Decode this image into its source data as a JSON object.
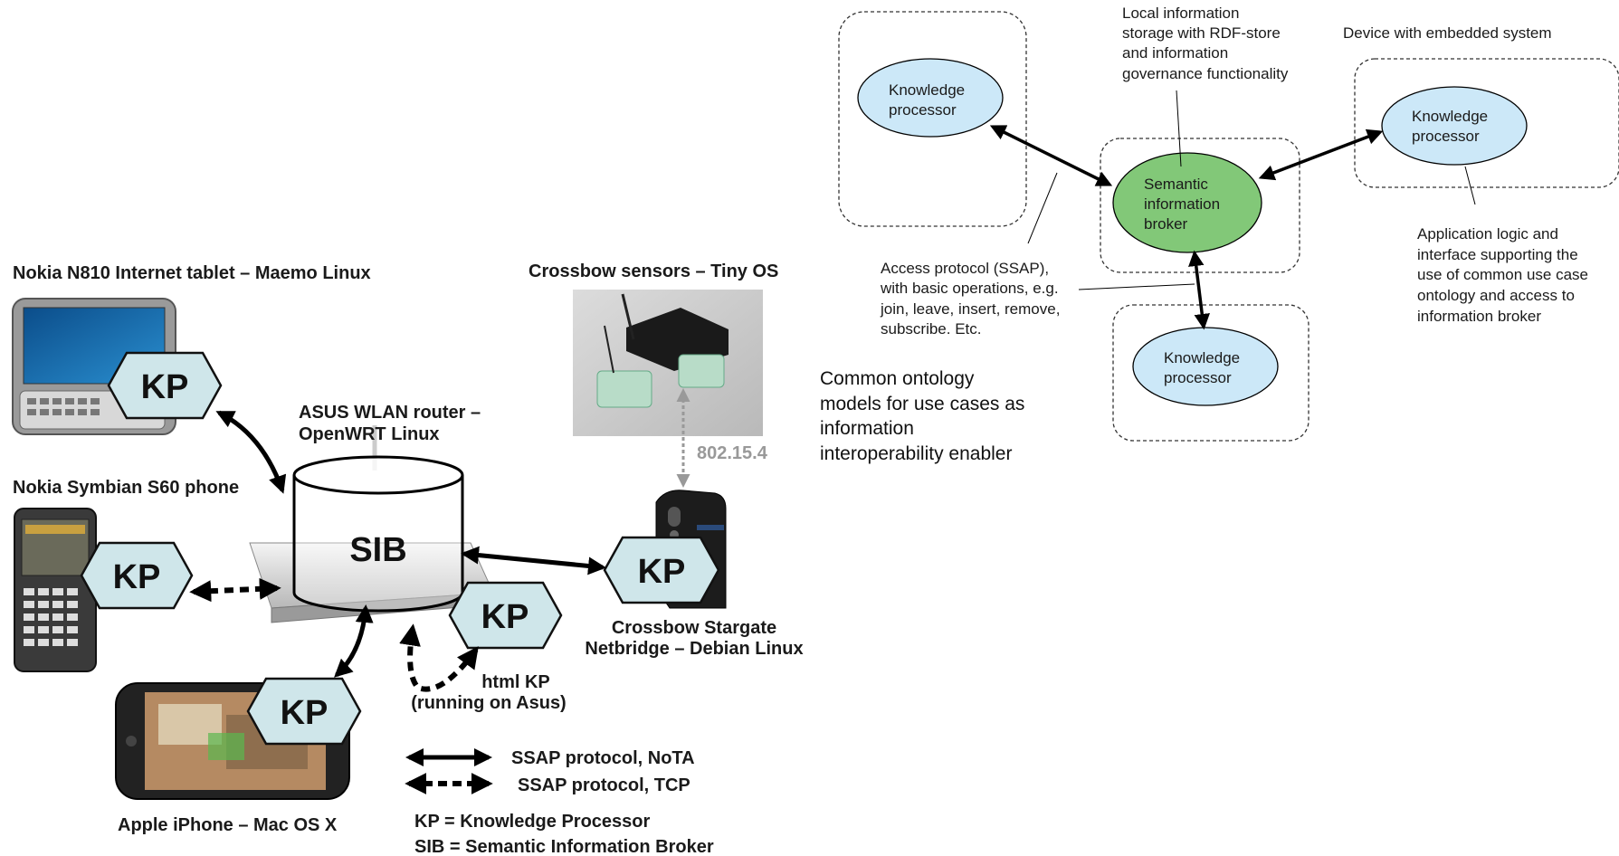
{
  "left": {
    "devices": {
      "nokia_n810": "Nokia N810 Internet tablet – Maemo Linux",
      "nokia_symbian": "Nokia Symbian S60 phone",
      "apple_iphone": "Apple iPhone – Mac OS X",
      "crossbow_sensors": "Crossbow sensors – Tiny OS",
      "asus_router_1": "ASUS WLAN router –",
      "asus_router_2": "OpenWRT Linux",
      "stargate_1": "Crossbow Stargate",
      "stargate_2": "Netbridge – Debian Linux",
      "html_kp_1": "html KP",
      "html_kp_2": "(running on Asus)",
      "zigbee": "802.15.4"
    },
    "sib_label": "SIB",
    "kp_label": "KP",
    "legend": {
      "ssap_nota": "SSAP protocol, NoTA",
      "ssap_tcp": "SSAP protocol, TCP",
      "kp_def": "KP = Knowledge Processor",
      "sib_def": "SIB = Semantic Information Broker"
    }
  },
  "right": {
    "kp_top_left": [
      "Knowledge",
      "processor"
    ],
    "kp_right": [
      "Knowledge",
      "processor"
    ],
    "kp_bottom": [
      "Knowledge",
      "processor"
    ],
    "sib": [
      "Semantic",
      "information",
      "broker"
    ],
    "storage_note": [
      "Local information",
      "storage with RDF-store",
      "and information",
      "governance functionality"
    ],
    "device_note": "Device with embedded system",
    "access_note": [
      "Access protocol (SSAP),",
      "with basic operations, e.g.",
      "join, leave, insert, remove,",
      "subscribe. Etc."
    ],
    "app_note": [
      "Application logic and",
      "interface supporting the",
      "use of common use case",
      "ontology and access to",
      "information broker"
    ],
    "ontology_note": [
      "Common ontology",
      "models for use cases as",
      "information",
      "interoperability enabler"
    ]
  },
  "colors": {
    "kp_hex_fill": "#cfe6ea",
    "kp_ellipse_fill": "#cce8f8",
    "sib_ellipse_fill": "#82c878"
  }
}
